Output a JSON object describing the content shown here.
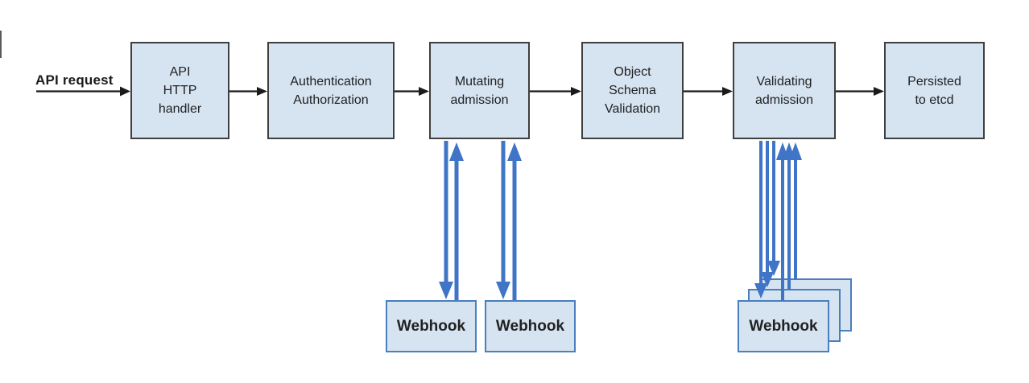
{
  "diagram": {
    "request_label": "API request",
    "flow_boxes": [
      {
        "label": "API\nHTTP\nhandler"
      },
      {
        "label": "Authentication\nAuthorization"
      },
      {
        "label": "Mutating\nadmission"
      },
      {
        "label": "Object\nSchema\nValidation"
      },
      {
        "label": "Validating\nadmission"
      },
      {
        "label": "Persisted\nto etcd"
      }
    ],
    "webhooks": {
      "mutating_1": "Webhook",
      "mutating_2": "Webhook",
      "validating_front": "Webhook"
    },
    "arrows": {
      "horizontal_flow_count": 6,
      "mutating_webhook_pairs": 2,
      "validating_webhook_down": 3,
      "validating_webhook_up": 3
    },
    "colors": {
      "background": "#ffffff",
      "box_fill": "#d6e3f1",
      "flow_box_border": "#3f3f3f",
      "webhook_box_border": "#4a7ebc",
      "arrow_blue": "#3f74c6",
      "arrow_black": "#1b1b1b",
      "text": "#212121"
    }
  }
}
